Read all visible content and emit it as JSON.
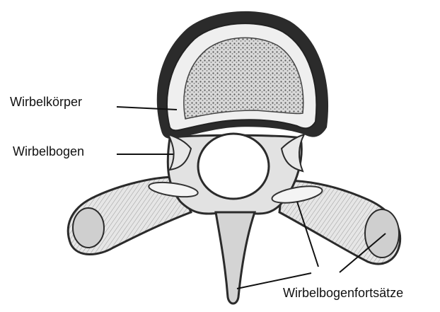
{
  "labels": {
    "wirbelkoerper": "Wirbelkörper",
    "wirbelbogen": "Wirbelbogen",
    "wirbelbogenfortsaetze": "Wirbelbogenfortsätze"
  },
  "colors": {
    "ink": "#111111",
    "bone_light": "#f2f2f2",
    "bone_mid": "#c8c8c8",
    "bone_dark": "#2b2b2b",
    "background": "#ffffff"
  }
}
